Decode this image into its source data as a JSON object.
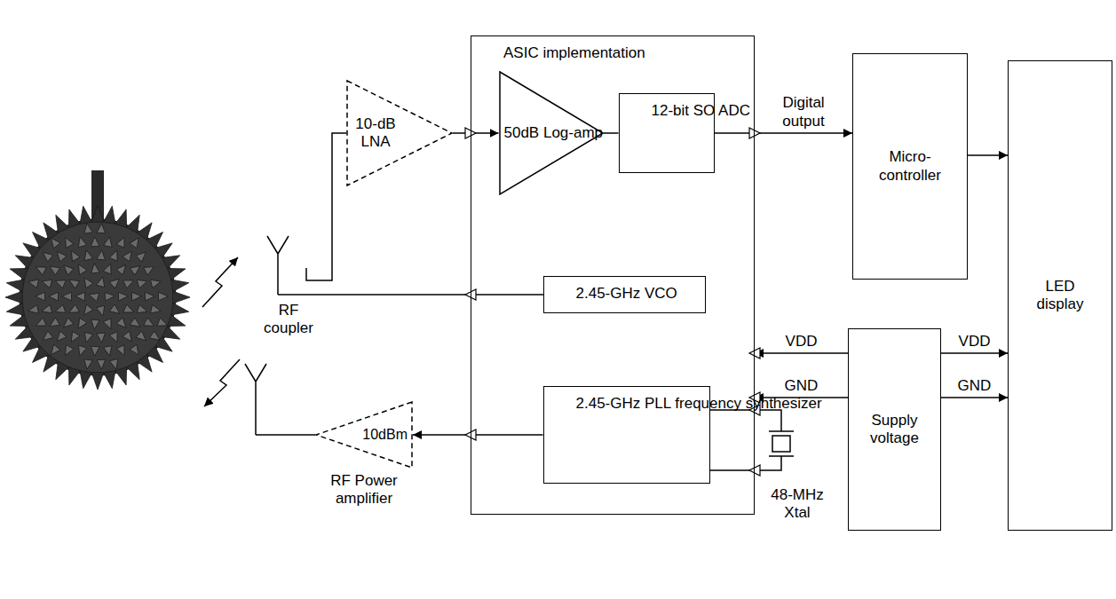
{
  "diagram": {
    "nodes": [
      {
        "text": [
          "ASIC implementation"
        ]
      },
      {
        "text": [
          "10-dB LNA"
        ]
      },
      {
        "text": [
          "50dB Log-amp"
        ],
        "in": 0
      },
      {
        "text": [
          "12-bit SO ADC"
        ],
        "in": 0
      },
      {
        "text": [
          "2.45-GHz VCO"
        ],
        "in": 0
      },
      {
        "text": [
          "2.45-GHz PLL frequency synthesizer"
        ],
        "in": 0
      },
      {
        "text": [
          "10dBm",
          "RF Power amplifier"
        ]
      },
      {
        "text": [
          "Micro-controller"
        ]
      },
      {
        "text": [
          "Supply voltage"
        ]
      },
      {
        "text": [
          "LED display"
        ]
      }
    ],
    "edges": [
      {
        "from": 1,
        "to": 2,
        "arrow": "to"
      },
      {
        "from": 2,
        "to": 3,
        "arrow": "none"
      },
      {
        "from": 3,
        "to": 7,
        "arrow": "to",
        "label": "Digital output"
      },
      {
        "from": 7,
        "to": 9,
        "arrow": "to"
      },
      {
        "from": 8,
        "to": 0,
        "arrow": "to",
        "label": "VDD"
      },
      {
        "from": 8,
        "to": 0,
        "arrow": "to",
        "label": "GND"
      },
      {
        "from": 8,
        "to": 9,
        "arrow": "to",
        "label": "VDD"
      },
      {
        "from": 8,
        "to": 9,
        "arrow": "to",
        "label": "GND"
      },
      {
        "from": 5,
        "to": 6,
        "arrow": "to"
      }
    ],
    "labels": [
      "RF coupler",
      "48-MHz Xtal"
    ]
  }
}
